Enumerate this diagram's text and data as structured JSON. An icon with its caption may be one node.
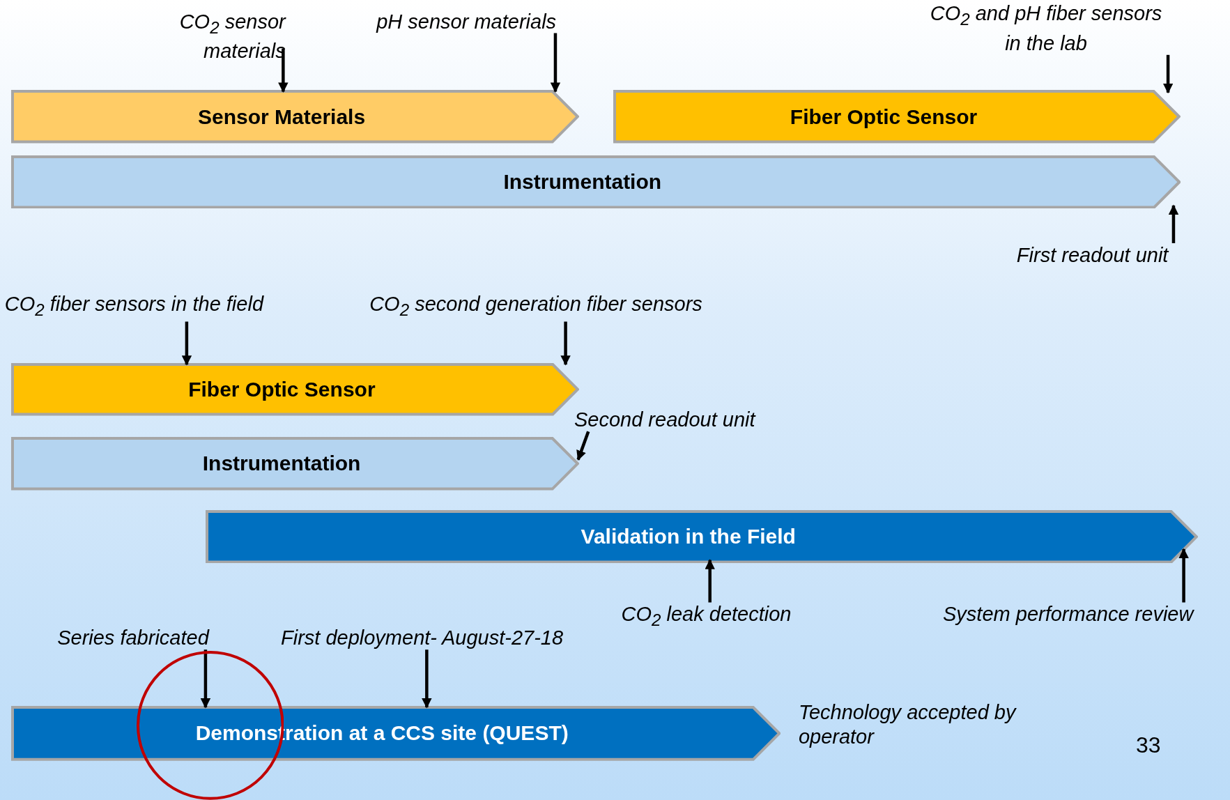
{
  "diagram": {
    "nodes": [
      {
        "text": [
          "Sensor Materials"
        ]
      },
      {
        "text": [
          "Fiber Optic Sensor"
        ]
      },
      {
        "text": [
          "Instrumentation"
        ]
      },
      {
        "text": [
          "Fiber Optic Sensor"
        ]
      },
      {
        "text": [
          "Instrumentation"
        ]
      },
      {
        "text": [
          "Validation in the Field"
        ]
      },
      {
        "text": [
          "Demonstration at a CCS site (QUEST)"
        ]
      },
      {
        "text": [
          "CO$_{2}$ sensor materials"
        ]
      },
      {
        "text": [
          "pH sensor materials"
        ]
      },
      {
        "text": [
          "CO$_{2}$ and pH fiber sensors in the lab"
        ]
      },
      {
        "text": [
          "First readout unit"
        ]
      },
      {
        "text": [
          "CO$_{2}$ fiber sensors in the field"
        ]
      },
      {
        "text": [
          "CO$_{2}$ second generation fiber sensors"
        ]
      },
      {
        "text": [
          "Second readout unit"
        ]
      },
      {
        "text": [
          "CO$_{2}$ leak detection"
        ]
      },
      {
        "text": [
          "System performance review"
        ]
      },
      {
        "text": [
          "Series fabricated"
        ]
      },
      {
        "text": [
          "First deployment- August-27-18"
        ]
      }
    ],
    "edges": [
      {
        "from": 7,
        "to": 0,
        "arrow": "to"
      },
      {
        "from": 8,
        "to": 0,
        "arrow": "to"
      },
      {
        "from": 9,
        "to": 1,
        "arrow": "to"
      },
      {
        "from": 10,
        "to": 2,
        "arrow": "to"
      },
      {
        "from": 11,
        "to": 3,
        "arrow": "to"
      },
      {
        "from": 12,
        "to": 3,
        "arrow": "to"
      },
      {
        "from": 13,
        "to": 4,
        "arrow": "to"
      },
      {
        "from": 14,
        "to": 5,
        "arrow": "to"
      },
      {
        "from": 15,
        "to": 5,
        "arrow": "to"
      },
      {
        "from": 16,
        "to": 6,
        "arrow": "to"
      },
      {
        "from": 17,
        "to": 6,
        "arrow": "to"
      }
    ],
    "labels": [
      "Technology accepted by operator",
      "33"
    ]
  }
}
